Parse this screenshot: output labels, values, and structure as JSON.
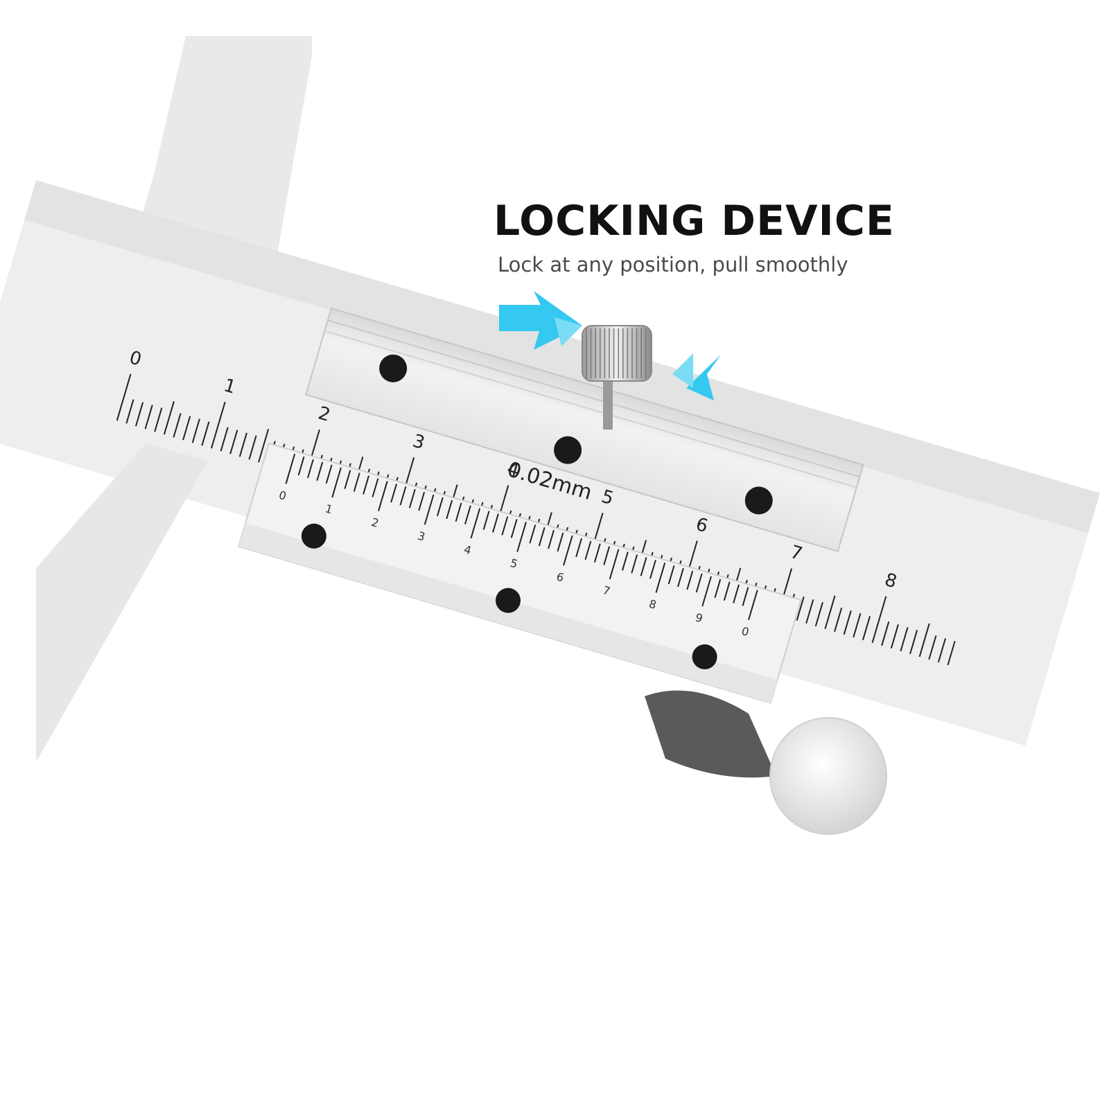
{
  "feature": {
    "title": "LOCKING DEVICE",
    "subtitle": "Lock at any position, pull smoothly"
  },
  "caliper": {
    "resolution_label": "0.02mm",
    "main_scale_numbers": [
      "0",
      "1",
      "2",
      "3",
      "4",
      "5",
      "6",
      "7",
      "8"
    ],
    "vernier_scale_numbers": [
      "0",
      "1",
      "2",
      "3",
      "4",
      "5",
      "6",
      "7",
      "8",
      "9",
      "0"
    ]
  },
  "icons": {
    "push_arrow_left": "double-arrow-right-icon",
    "push_arrow_right": "double-arrow-left-icon",
    "lock_knob": "knurled-lock-screw-icon",
    "thumb_wheel": "thumb-wheel-icon"
  },
  "colors": {
    "accent_arrow": "#35c8f0",
    "body_metal": "#ececec",
    "screw": "#1a1a1a",
    "wheel": "#555555"
  }
}
